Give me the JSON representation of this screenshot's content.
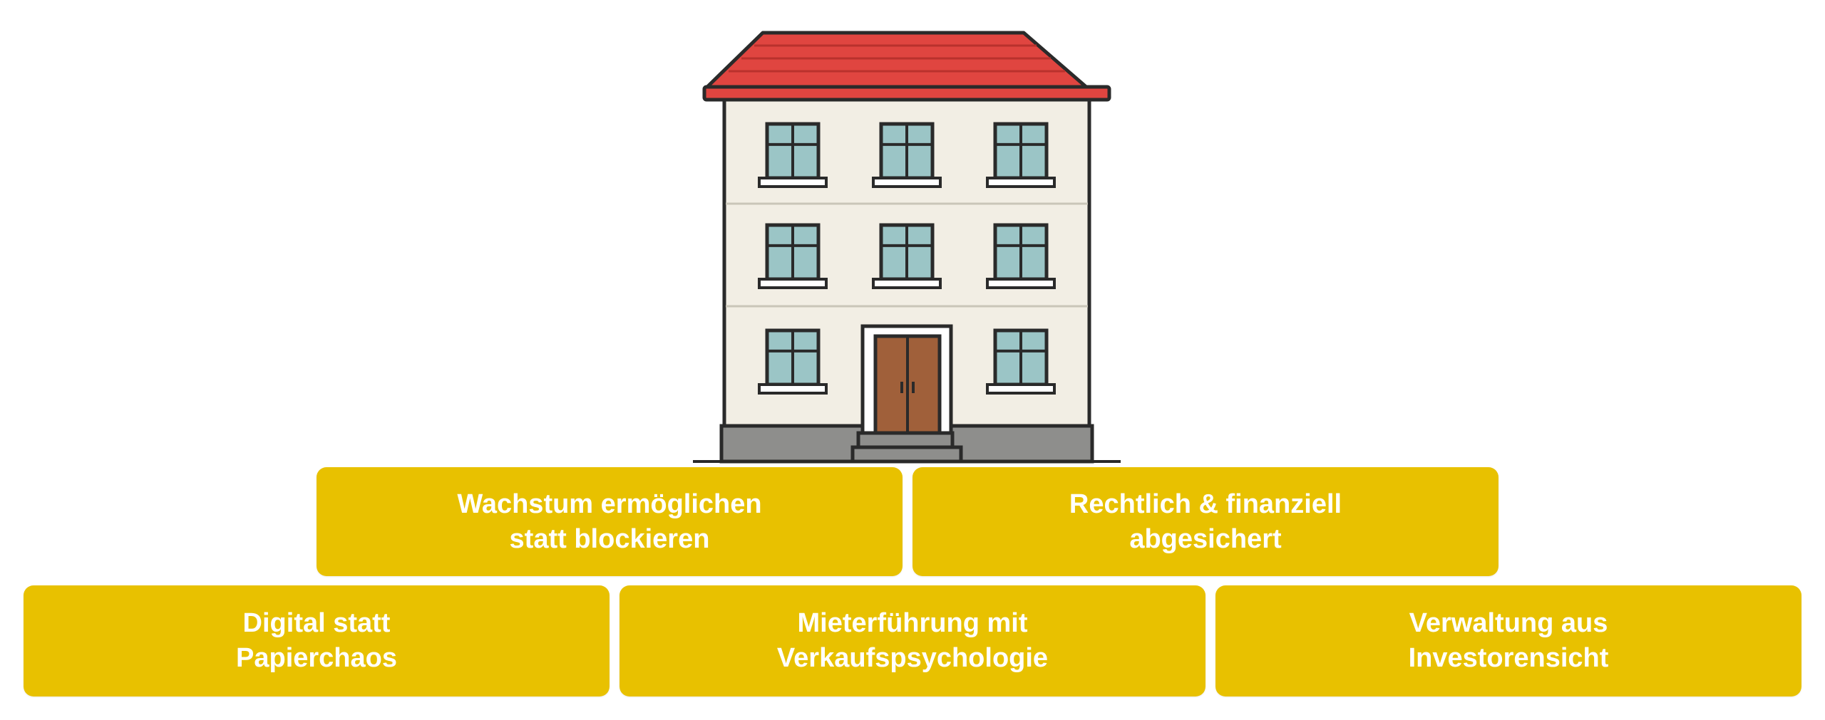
{
  "illustration": {
    "icon": "apartment-building-icon",
    "colors": {
      "roof": "#e04540",
      "facade": "#f2eee4",
      "window_glass": "#9bc5c6",
      "door": "#a0603a",
      "base": "#8e8e8c",
      "outline": "#2a2a2a"
    }
  },
  "pillars": {
    "color": "#e8c100",
    "text_color": "#ffffff",
    "top_row": [
      {
        "label": "Wachstum ermöglichen\nstatt blockieren"
      },
      {
        "label": "Rechtlich & finanziell\nabgesichert"
      }
    ],
    "bottom_row": [
      {
        "label": "Digital statt\nPapierchaos"
      },
      {
        "label": "Mieterführung mit\nVerkaufspsychologie"
      },
      {
        "label": "Verwaltung aus\nInvestorensicht"
      }
    ]
  }
}
